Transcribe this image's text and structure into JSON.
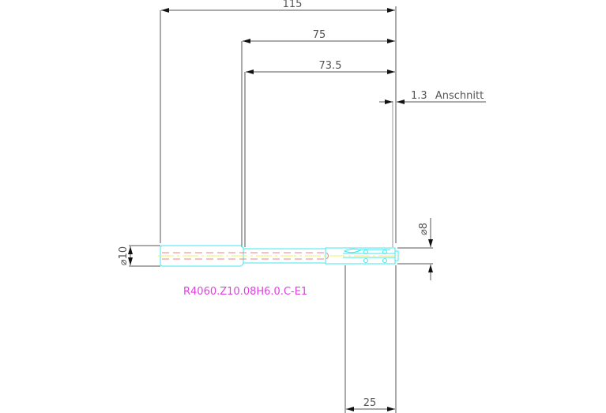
{
  "drawing": {
    "type": "technical-drawing",
    "subject": "reamer tool side view",
    "part_number": "R4060.Z10.08H6.0.C-E1",
    "colors": {
      "dimension_lines": "#555555",
      "outline": "#40e8f0",
      "hidden_lines": "#f08080",
      "center_line": "#f0f060",
      "label": "#e040e0",
      "background": "#ffffff"
    },
    "dimensions": {
      "overall_length": "115",
      "flute_length": "75",
      "neck_length": "73.5",
      "chamfer": "1.3",
      "chamfer_label": "Anschnitt",
      "shank_diameter": "⌀10",
      "cutting_diameter": "⌀8",
      "cutting_edge_length": "25"
    }
  }
}
